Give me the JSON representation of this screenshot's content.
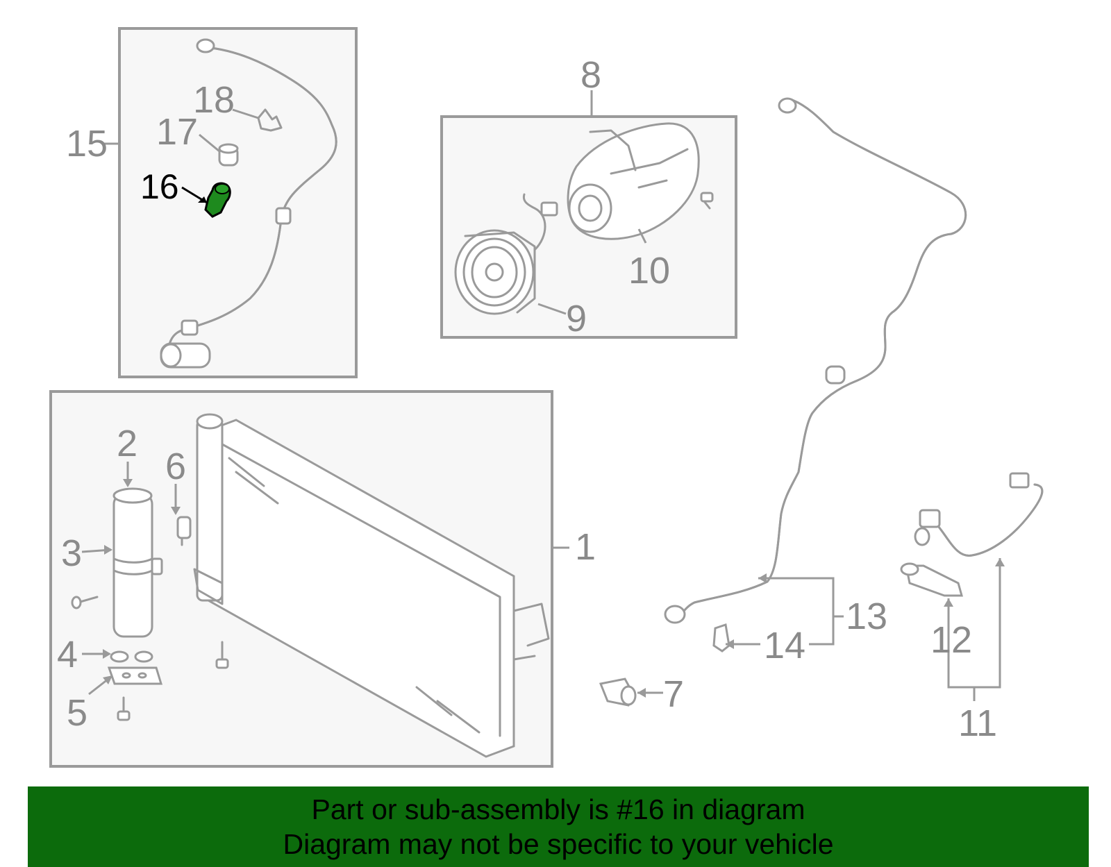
{
  "callouts": {
    "c1": "1",
    "c2": "2",
    "c3": "3",
    "c4": "4",
    "c5": "5",
    "c6": "6",
    "c7": "7",
    "c8": "8",
    "c9": "9",
    "c10": "10",
    "c11": "11",
    "c12": "12",
    "c13": "13",
    "c14": "14",
    "c15": "15",
    "c16": "16",
    "c17": "17",
    "c18": "18"
  },
  "highlight": {
    "part": "16",
    "color": "#1e8a1e"
  },
  "colors": {
    "line": "#9a9a9a",
    "box_fill": "#f7f7f7",
    "banner": "#0c6b0c"
  },
  "banner": {
    "line1": "Part or sub-assembly is #16 in diagram",
    "line2": "Diagram may not be specific to your vehicle"
  }
}
